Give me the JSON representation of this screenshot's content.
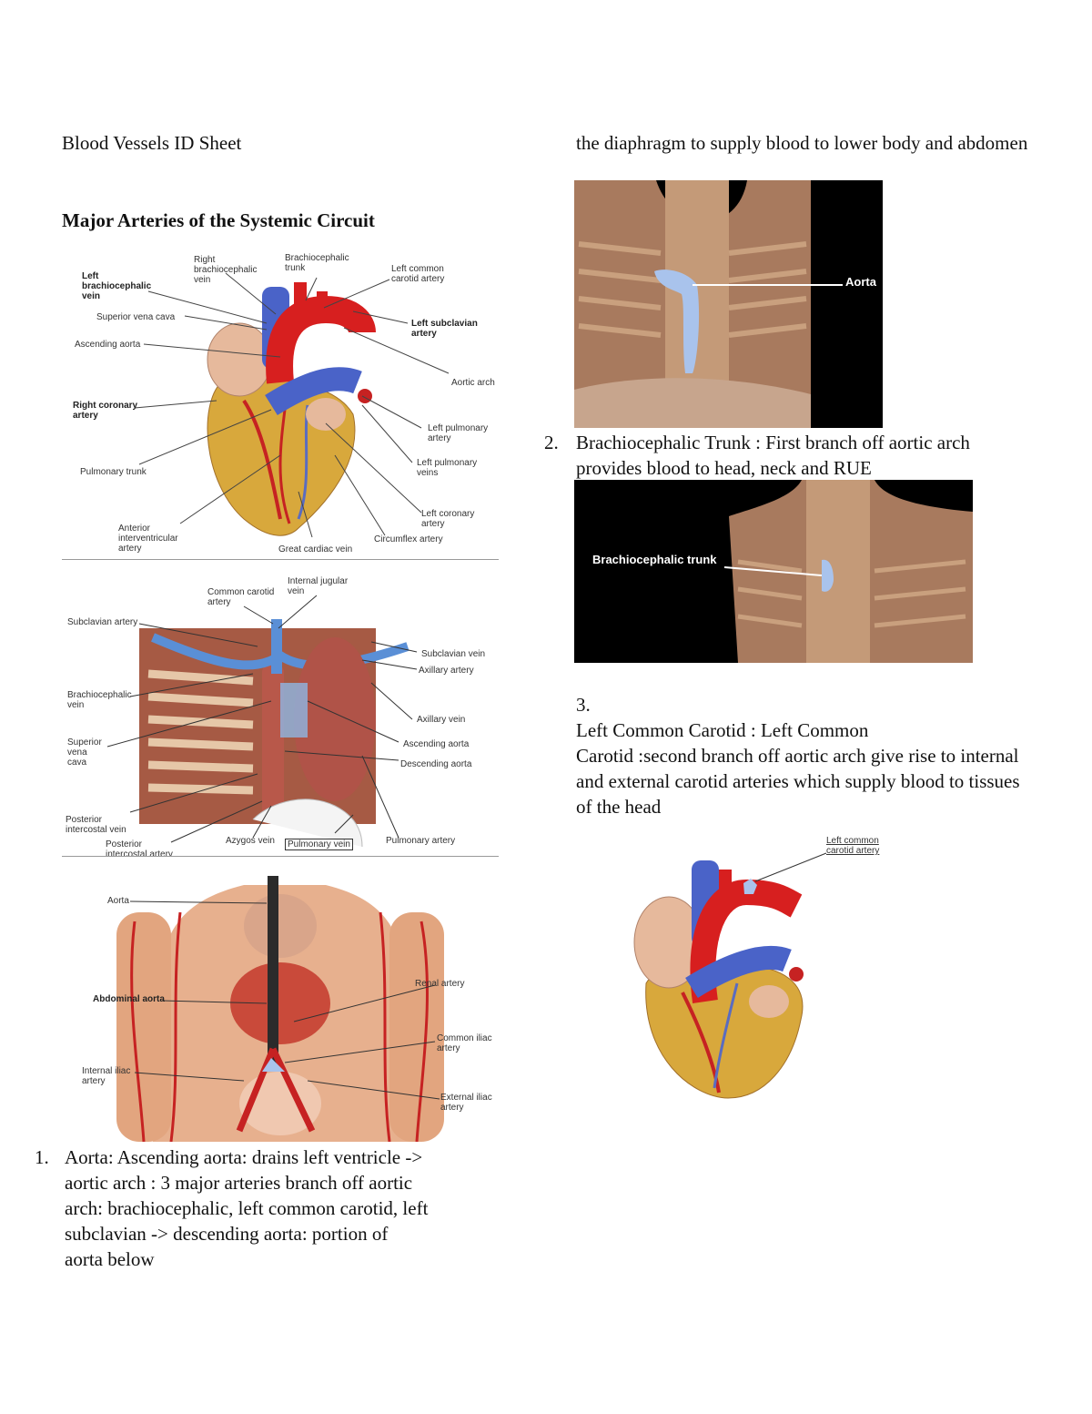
{
  "doc": {
    "title": "Blood Vessels ID Sheet",
    "heading": "Major Arteries of the Systemic Circuit",
    "continuation": "the diaphragm to supply blood to lower body and abdomen"
  },
  "figure1": {
    "labels": {
      "right_brachiocephalic_vein": "Right\nbrachiocephalic\nvein",
      "brachiocephalic_trunk": "Brachiocephalic\ntrunk",
      "left_common_carotid": "Left common\ncarotid artery",
      "left_brachiocephalic_vein": "Left\nbrachiocephalic\nvein",
      "superior_vena_cava": "Superior vena cava",
      "left_subclavian": "Left subclavian\nartery",
      "ascending_aorta": "Ascending aorta",
      "aortic_arch": "Aortic arch",
      "right_coronary": "Right coronary\nartery",
      "left_pulmonary_artery": "Left pulmonary\nartery",
      "left_pulmonary_veins": "Left pulmonary\nveins",
      "pulmonary_trunk": "Pulmonary trunk",
      "left_coronary": "Left coronary\nartery",
      "anterior_interventricular": "Anterior\ninterventricular\nartery",
      "great_cardiac_vein": "Great cardiac vein",
      "circumflex": "Circumflex artery"
    }
  },
  "figure2": {
    "labels": {
      "internal_jugular": "Internal jugular\nvein",
      "common_carotid": "Common carotid\nartery",
      "subclavian_artery": "Subclavian artery",
      "subclavian_vein": "Subclavian vein",
      "axillary_artery": "Axillary artery",
      "brachiocephalic_vein": "Brachiocephalic\nvein",
      "axillary_vein": "Axillary vein",
      "superior_vena_cava": "Superior\nvena\ncava",
      "ascending_aorta": "Ascending aorta",
      "descending_aorta": "Descending aorta",
      "posterior_intercostal_vein": "Posterior\nintercostal vein",
      "posterior_intercostal_artery": "Posterior\nintercostal artery",
      "azygos_vein": "Azygos vein",
      "pulmonary_vein": "Pulmonary vein",
      "pulmonary_artery": "Pulmonary artery"
    }
  },
  "figure3": {
    "labels": {
      "aorta": "Aorta",
      "renal_artery": "Renal artery",
      "abdominal_aorta": "Abdominal aorta",
      "common_iliac": "Common iliac\nartery",
      "internal_iliac": "Internal iliac\nartery",
      "external_iliac": "External iliac\nartery"
    }
  },
  "figure4": {
    "label": "Aorta"
  },
  "figure5": {
    "label": "Brachiocephalic trunk"
  },
  "figure6": {
    "label": "Left common\ncarotid artery"
  },
  "items": [
    {
      "num": "1.",
      "text": "Aorta: Ascending aorta: drains left ventricle -> aortic arch : 3 major arteries branch off aortic arch: brachiocephalic, left common carotid, left subclavian -> descending aorta: portion of aorta below"
    },
    {
      "num": "2.",
      "text": "Brachiocephalic Trunk : First branch off aortic arch provides blood to head, neck and RUE"
    },
    {
      "num": "3.",
      "line1": "Left Common Carotid : Left Common",
      "text": "Carotid :second branch off aortic arch give rise to internal and external carotid arteries which supply blood to tissues of the head"
    }
  ],
  "colors": {
    "artery": "#d71f1f",
    "vein": "#4a63c8",
    "highlight": "#a9c3ec",
    "tissue": "#c8906f",
    "photo_bg": "#000000"
  }
}
